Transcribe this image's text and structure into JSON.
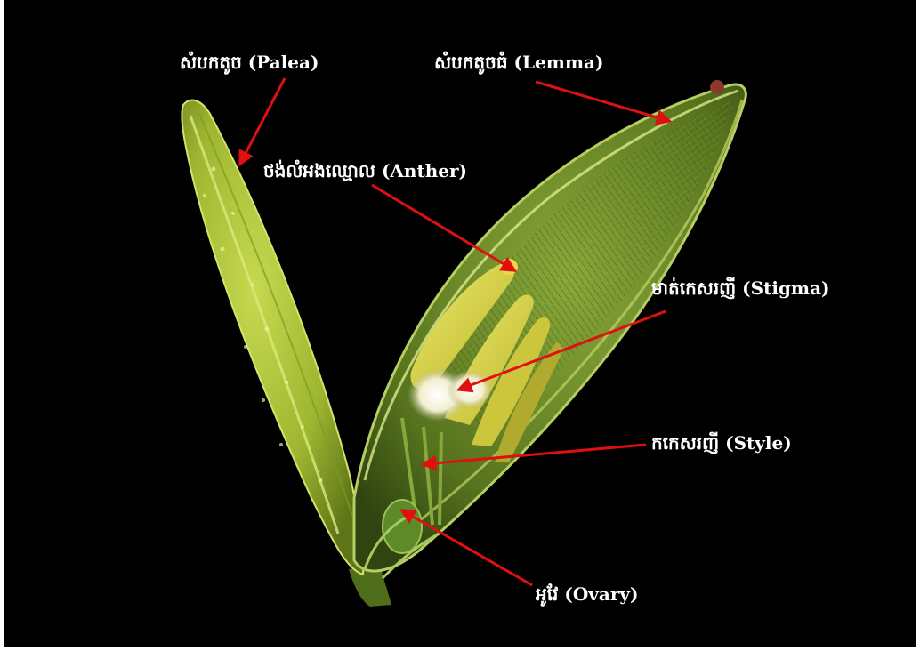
{
  "labels": {
    "palea": "សំបកតូច (Palea)",
    "lemma": "សំបកតូចធំ (Lemma)",
    "anther": "ថង់លំអងឈ្មោល (Anther)",
    "stigma": "មាត់កេសរញី (Stigma)",
    "style": "កកេសរញី (Style)",
    "ovary": "អូវែ (Ovary)"
  },
  "colors": {
    "background": "#000000",
    "frame": "#ffffff",
    "label_text": "#ffffff",
    "arrow": "#e01010",
    "lemma_green": "#6f8f2a",
    "palea_green": "#a9c236",
    "anther_yellow": "#d9d94a"
  }
}
